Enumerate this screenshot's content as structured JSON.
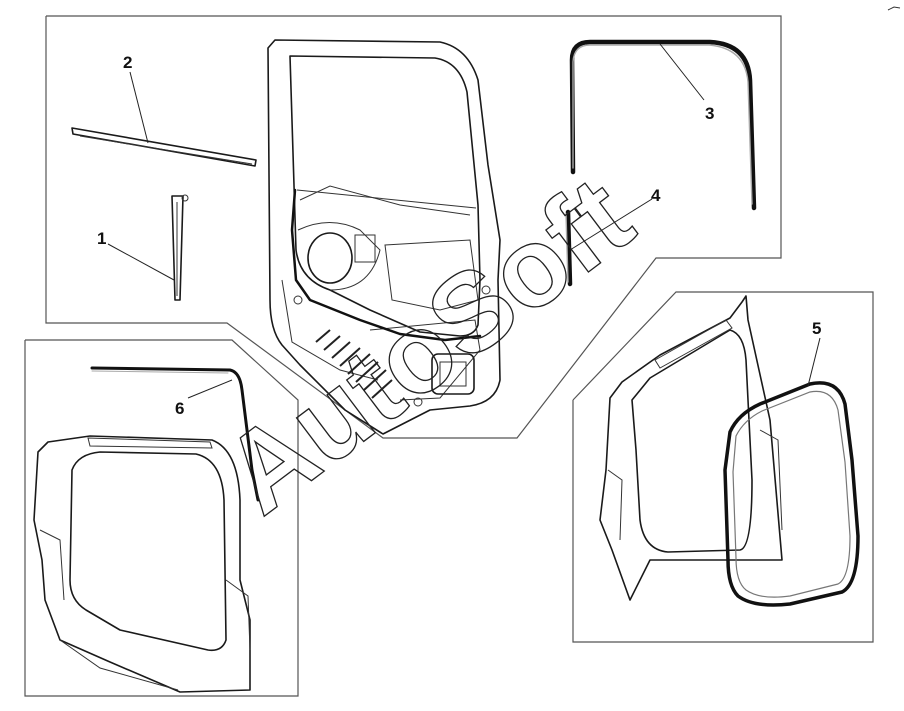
{
  "callouts": [
    {
      "id": "1",
      "text": "1"
    },
    {
      "id": "2",
      "text": "2"
    },
    {
      "id": "3",
      "text": "3"
    },
    {
      "id": "4",
      "text": "4"
    },
    {
      "id": "5",
      "text": "5"
    },
    {
      "id": "6",
      "text": "6"
    }
  ],
  "watermark": "AutoSoft"
}
